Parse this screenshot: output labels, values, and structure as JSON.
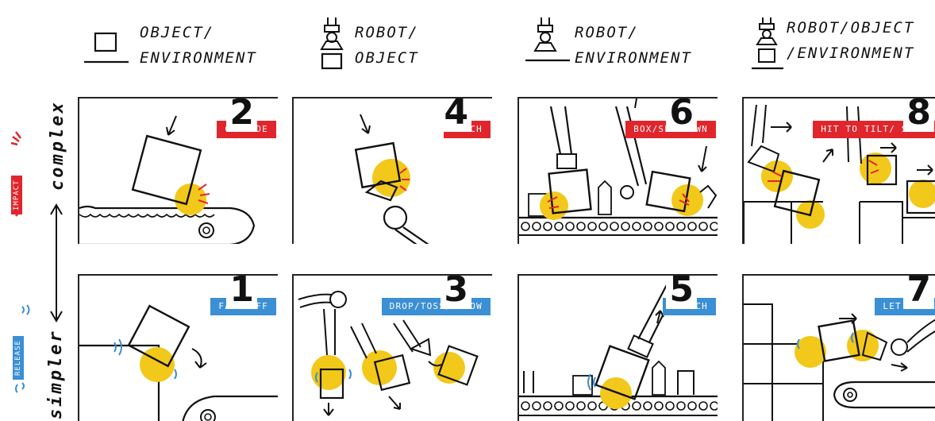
{
  "colors": {
    "impact": "#e0262c",
    "release": "#3b8fd4",
    "highlight": "#f2c81b",
    "ink": "#111111"
  },
  "columns": [
    {
      "line1": "OBJECT/",
      "line2": "ENVIRONMENT",
      "icon": "object-environment-icon"
    },
    {
      "line1": "ROBOT/",
      "line2": "OBJECT",
      "icon": "robot-object-icon"
    },
    {
      "line1": "ROBOT/",
      "line2": "ENVIRONMENT",
      "icon": "robot-environment-icon"
    },
    {
      "line1": "ROBOT/OBJECT",
      "line2": "/ENVIRONMENT",
      "icon": "robot-object-environment-icon"
    }
  ],
  "side": {
    "impact_badge": "IMPACT",
    "release_badge": "RELEASE",
    "complex_label": "complex",
    "simpler_label": "simpler"
  },
  "panels": [
    {
      "num": "2",
      "label": "COLLIDE",
      "row": "impact"
    },
    {
      "num": "4",
      "label": "CATCH",
      "row": "impact"
    },
    {
      "num": "6",
      "label": "BOX/SET DOWN",
      "row": "impact"
    },
    {
      "num": "8",
      "label": "HIT TO TILT/ SLIDE",
      "row": "impact"
    },
    {
      "num": "1",
      "label": "FALL OFF",
      "row": "release"
    },
    {
      "num": "3",
      "label": "DROP/TOSS/THROW",
      "row": "release"
    },
    {
      "num": "5",
      "label": "DETACH",
      "row": "release"
    },
    {
      "num": "7",
      "label": "LET FREE",
      "row": "release"
    }
  ]
}
